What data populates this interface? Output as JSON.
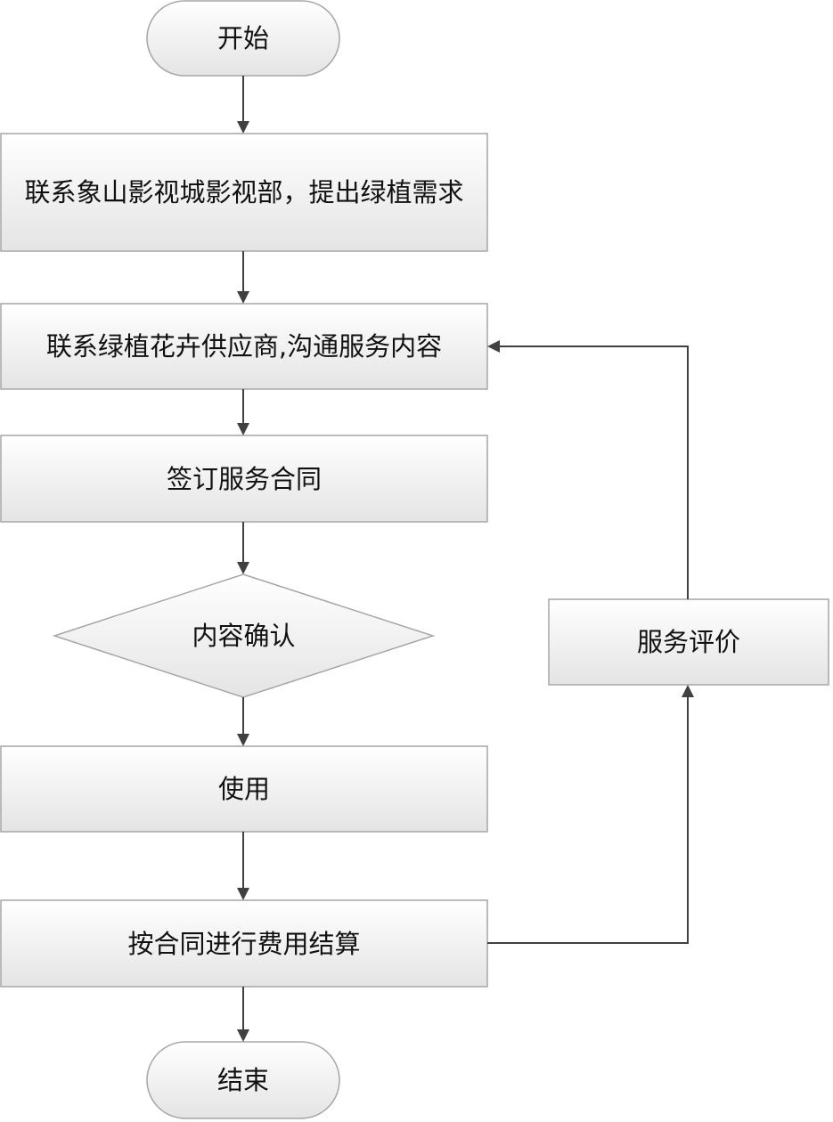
{
  "nodes": {
    "start": "开始",
    "contact_film_city": "联系象山影视城影视部，提出绿植需求",
    "contact_supplier": "联系绿植花卉供应商,沟通服务内容",
    "sign_contract": "签订服务合同",
    "confirm_content": "内容确认",
    "use": "使用",
    "settlement": "按合同进行费用结算",
    "service_evaluation": "服务评价",
    "end": "结束"
  },
  "colors": {
    "box_fill_top": "#ffffff",
    "box_fill_bottom": "#e6e6e6",
    "box_stroke": "#a6a6a6",
    "connector": "#404040"
  }
}
